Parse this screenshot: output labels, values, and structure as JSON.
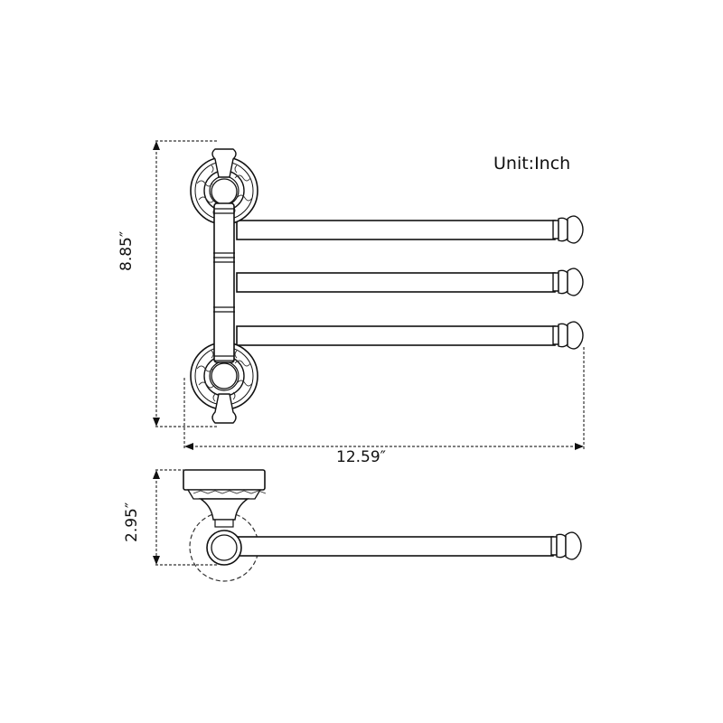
{
  "title": "Swing-arm towel bar dimension drawing",
  "unit_label": "Unit:Inch",
  "dimensions": {
    "height": "8.85″",
    "width": "12.59″",
    "depth": "2.95″"
  },
  "views": [
    {
      "name": "front view",
      "arms": 3
    },
    {
      "name": "side view",
      "arms": 1
    }
  ],
  "colors": {
    "line": "#111111",
    "background": "#ffffff"
  }
}
